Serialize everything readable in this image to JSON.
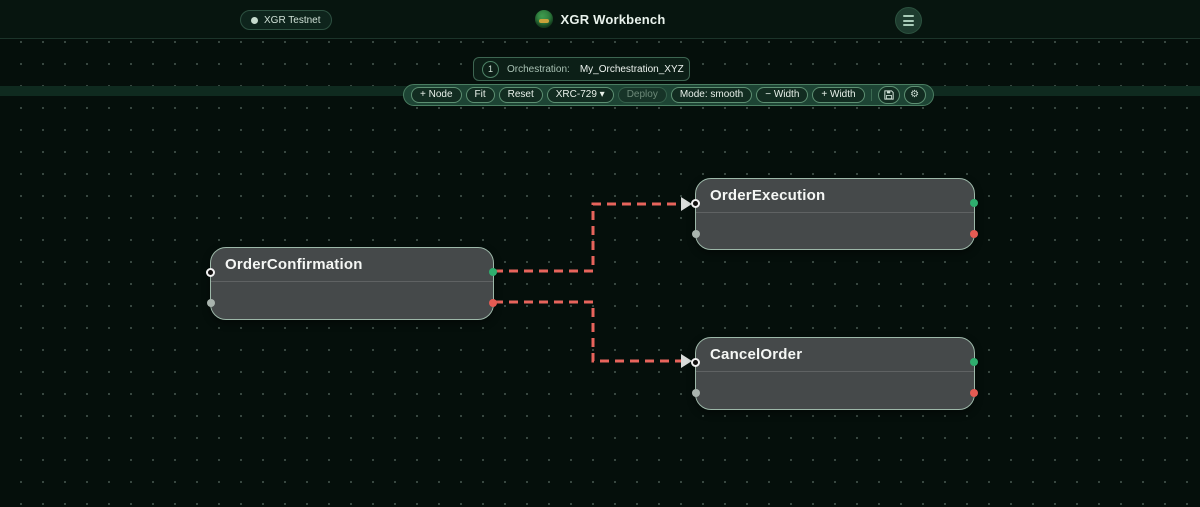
{
  "header": {
    "network_badge": "XGR Testnet",
    "app_title": "XGR Workbench"
  },
  "orchestration_bar": {
    "step_badge": "1",
    "label": "Orchestration:",
    "name_value": "My_Orchestration_XYZ"
  },
  "toolbar": {
    "add_node_label": "+ Node",
    "fit_label": "Fit",
    "reset_label": "Reset",
    "contract_dropdown_label": "XRC-729 ▾",
    "deploy_label": "Deploy",
    "mode_label": "Mode: smooth",
    "decrease_width_label": "− Width",
    "increase_width_label": "+ Width",
    "save_icon": "floppy-save-icon",
    "settings_icon": "gear-icon"
  },
  "canvas": {
    "nodes": [
      {
        "title": "OrderConfirmation"
      },
      {
        "title": "OrderExecution"
      },
      {
        "title": "CancelOrder"
      }
    ],
    "edges": [
      {
        "from": "OrderConfirmation green output",
        "to": "OrderExecution input",
        "style": "dashed"
      },
      {
        "from": "OrderConfirmation red output",
        "to": "CancelOrder input",
        "style": "dashed"
      }
    ]
  },
  "colors": {
    "edge": "#e8645c",
    "arrowhead": "#d9dcda",
    "port_green": "#2fae6e",
    "port_red": "#e45b53",
    "port_gray": "#a9b4ae",
    "node_bg": "#45494a",
    "node_border": "#9db8a9",
    "canvas_bg": "#050f0b",
    "toolbar_bg": "#1d4434"
  }
}
